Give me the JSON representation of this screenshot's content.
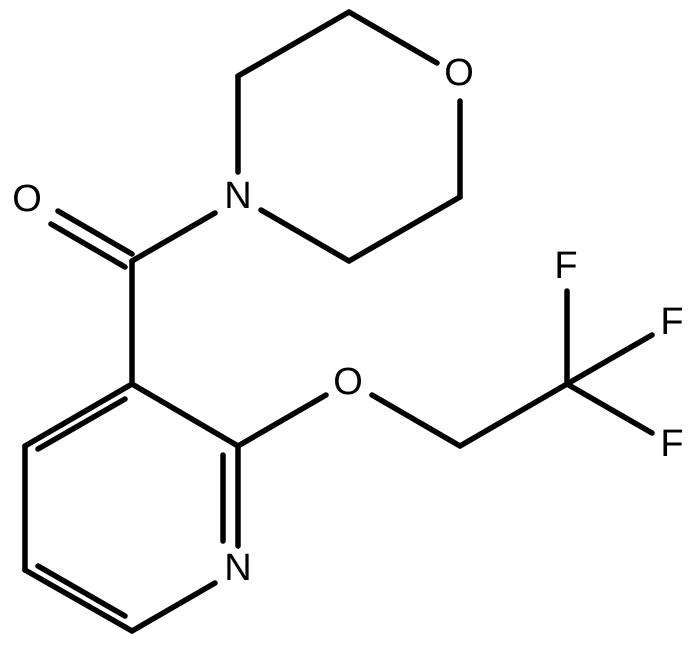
{
  "molecule": {
    "atoms": {
      "carbonyl_oxygen": "O",
      "morpholine_nitrogen": "N",
      "morpholine_oxygen": "O",
      "ether_oxygen": "O",
      "pyridine_nitrogen": "N",
      "fluorine_top": "F",
      "fluorine_right": "F",
      "fluorine_bottom": "F"
    }
  }
}
